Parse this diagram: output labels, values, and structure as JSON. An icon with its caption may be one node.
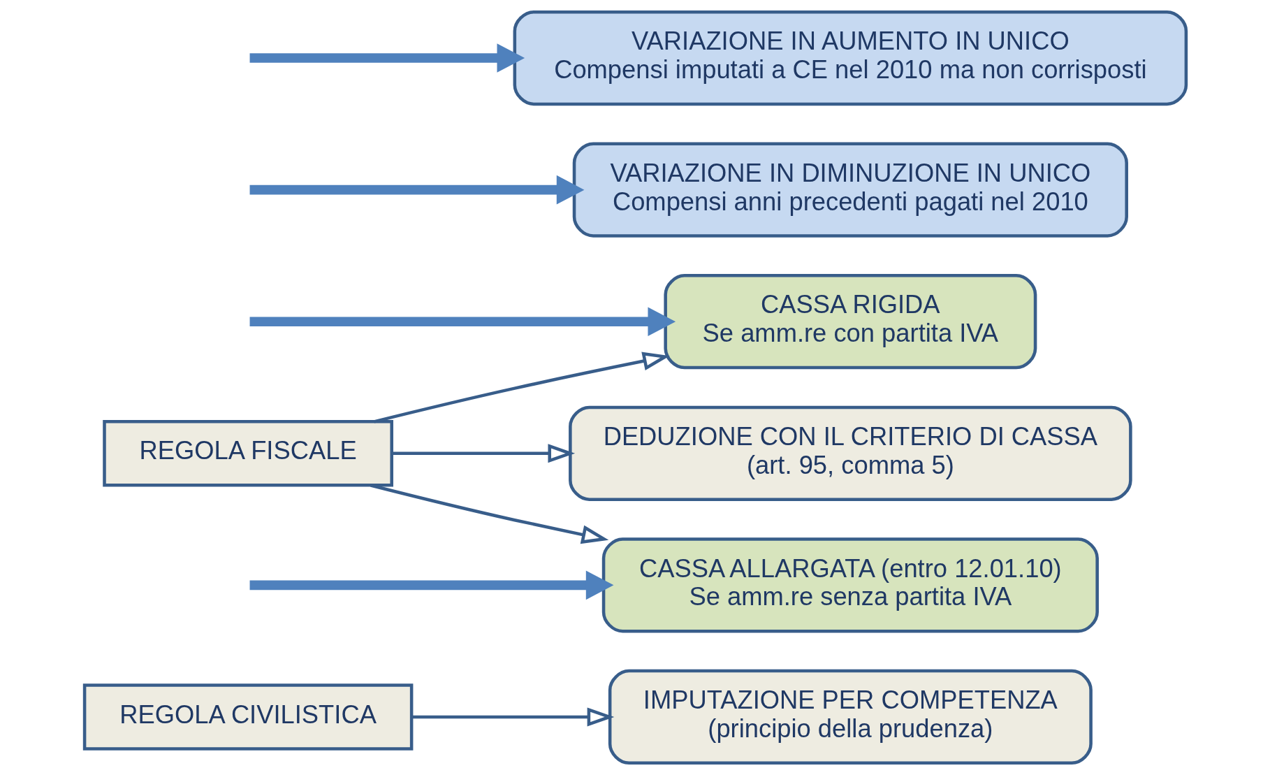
{
  "diagram": {
    "nodes": [
      {
        "text": [
          "REGOLA CIVILISTICA"
        ]
      },
      {
        "text": [
          "IMPUTAZIONE PER COMPETENZA",
          "(principio della prudenza)"
        ]
      },
      {
        "text": [
          "REGOLA FISCALE"
        ]
      },
      {
        "text": [
          "DEDUZIONE CON IL CRITERIO DI CASSA",
          "(art. 95, comma 5)"
        ]
      },
      {
        "text": [
          "CASSA RIGIDA",
          "Se amm.re con partita IVA"
        ]
      },
      {
        "text": [
          "CASSA ALLARGATA (entro 12.01.10)",
          "Se amm.re senza partita IVA"
        ]
      },
      {
        "text": [
          "VARIAZIONE IN DIMINUZIONE IN UNICO",
          "Compensi anni precedenti pagati nel 2010"
        ]
      },
      {
        "text": [
          "VARIAZIONE IN AUMENTO IN UNICO",
          "Compensi imputati a CE nel 2010 ma non corrisposti"
        ]
      }
    ],
    "edges": [
      {
        "from": 0,
        "to": 1,
        "arrow": "to"
      },
      {
        "from": 2,
        "to": 3,
        "arrow": "to"
      },
      {
        "from": 2,
        "to": 4,
        "arrow": "to"
      },
      {
        "from": 2,
        "to": 5,
        "arrow": "to"
      },
      {
        "from": null,
        "to": 4,
        "arrow": "to",
        "style": "thick",
        "color": "#4f81bd"
      },
      {
        "from": null,
        "to": 5,
        "arrow": "to",
        "style": "thick",
        "color": "#4f81bd"
      },
      {
        "from": null,
        "to": 6,
        "arrow": "to",
        "style": "thick",
        "color": "#4f81bd"
      },
      {
        "from": null,
        "to": 7,
        "arrow": "to",
        "style": "thick",
        "color": "#4f81bd"
      }
    ]
  }
}
